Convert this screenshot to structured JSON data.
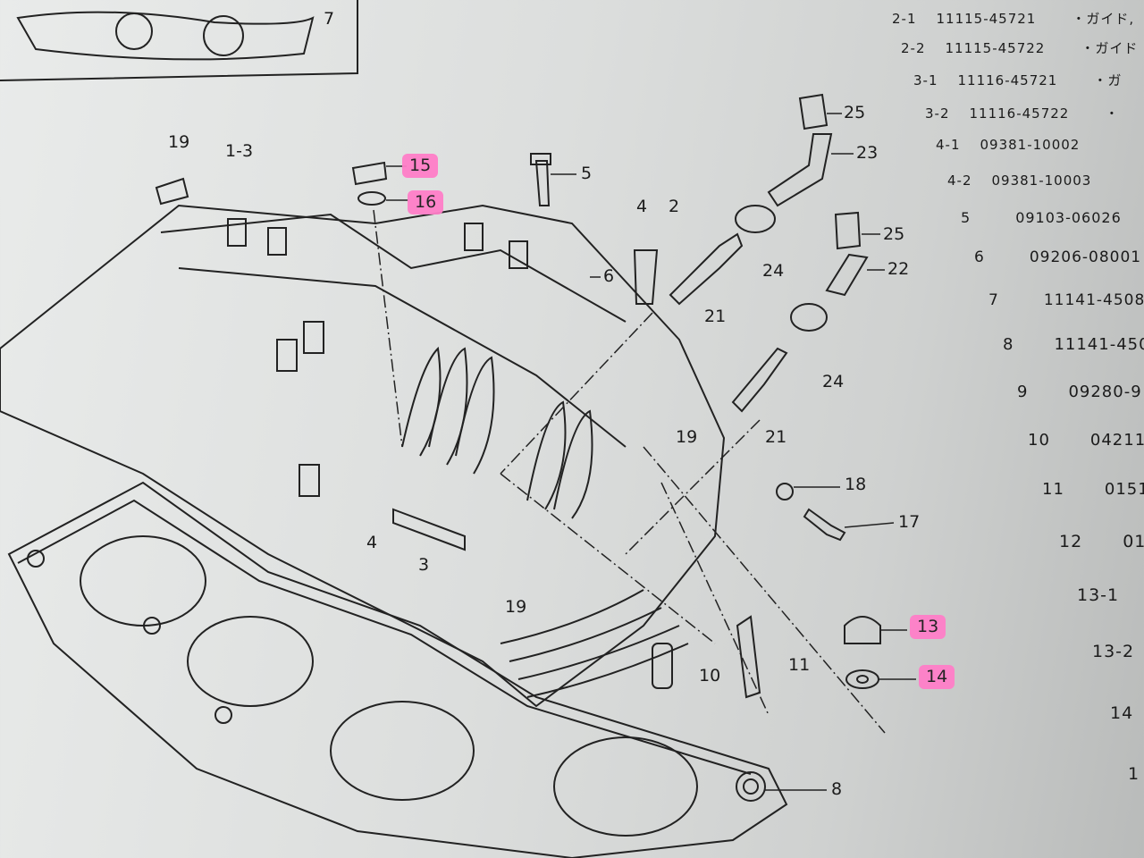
{
  "callouts": {
    "c7": "7",
    "c19a": "19",
    "c1_3": "1-3",
    "c15": "15",
    "c16": "16",
    "c5": "5",
    "c4a": "4",
    "c2": "2",
    "c25a": "25",
    "c23": "23",
    "c6": "6",
    "c24a": "24",
    "c25b": "25",
    "c22": "22",
    "c21a": "21",
    "c24b": "24",
    "c19b": "19",
    "c21b": "21",
    "c18": "18",
    "c17": "17",
    "c4b": "4",
    "c3": "3",
    "c19c": "19",
    "c13": "13",
    "c14": "14",
    "c10": "10",
    "c11": "11",
    "c8": "8"
  },
  "highlight_color": "#ff7fc8",
  "parts_list": [
    {
      "no": "2-1",
      "part": "11115-45721",
      "name": "・ガイド,"
    },
    {
      "no": "2-2",
      "part": "11115-45722",
      "name": "・ガイド"
    },
    {
      "no": "3-1",
      "part": "11116-45721",
      "name": "・ガ"
    },
    {
      "no": "3-2",
      "part": "11116-45722",
      "name": "・"
    },
    {
      "no": "4-1",
      "part": "09381-10002",
      "name": ""
    },
    {
      "no": "4-2",
      "part": "09381-10003",
      "name": ""
    },
    {
      "no": "5",
      "part": "09103-06026",
      "name": ""
    },
    {
      "no": "6",
      "part": "09206-08001",
      "name": ""
    },
    {
      "no": "7",
      "part": "11141-4508",
      "name": ""
    },
    {
      "no": "8",
      "part": "11141-450",
      "name": ""
    },
    {
      "no": "9",
      "part": "09280-9",
      "name": ""
    },
    {
      "no": "10",
      "part": "04211",
      "name": ""
    },
    {
      "no": "11",
      "part": "0151",
      "name": ""
    },
    {
      "no": "12",
      "part": "01",
      "name": ""
    },
    {
      "no": "13-1",
      "part": "",
      "name": ""
    },
    {
      "no": "13-2",
      "part": "",
      "name": ""
    },
    {
      "no": "14",
      "part": "",
      "name": ""
    },
    {
      "no": "1",
      "part": "",
      "name": ""
    }
  ]
}
